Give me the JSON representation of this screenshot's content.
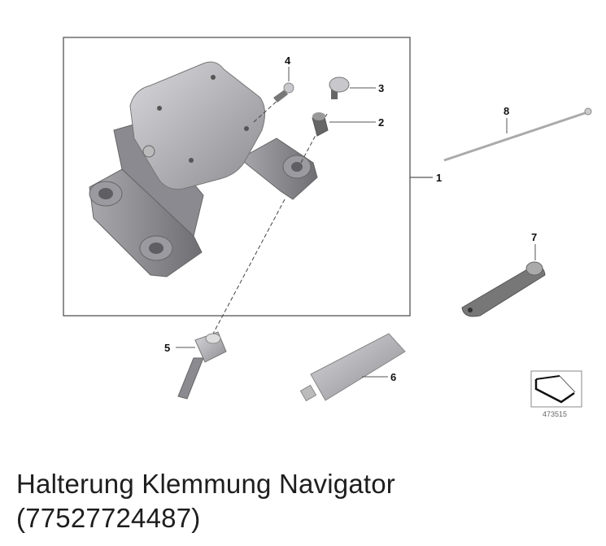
{
  "diagram": {
    "callouts": [
      "1",
      "2",
      "3",
      "4",
      "5",
      "6",
      "7",
      "8"
    ],
    "reference_number": "473515"
  },
  "title": {
    "line1": "Halterung Klemmung Navigator",
    "line2": "(77527724487)"
  }
}
